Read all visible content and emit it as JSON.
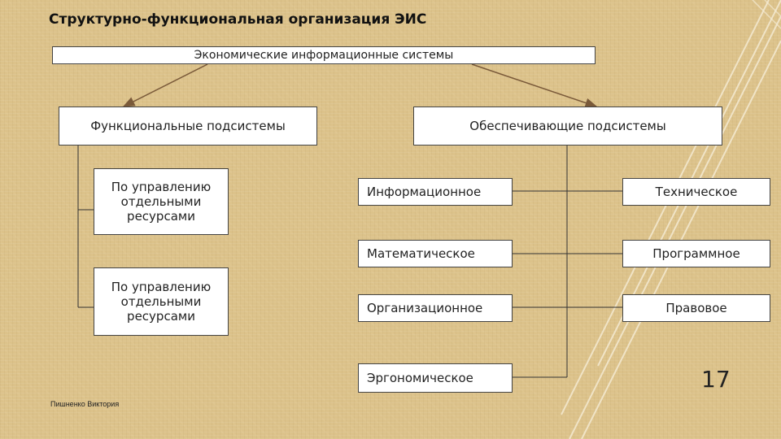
{
  "title": "Структурно-функциональная организация ЭИС",
  "root": "Экономические информационные системы",
  "functional": {
    "label": "Функциональные подсистемы",
    "items": [
      "По управлению отдельными ресурсами",
      "По управлению отдельными ресурсами"
    ]
  },
  "supporting": {
    "label": "Обеспечивающие подсистемы",
    "items": [
      "Информационное",
      "Техническое",
      "Математическое",
      "Программное",
      "Организационное",
      "Правовое",
      "Эргономическое"
    ]
  },
  "page_number": "17",
  "author": "Пишненко Виктория",
  "colors": {
    "background": "#dcc28a",
    "box": "#ffffff",
    "border": "#444444",
    "arrow": "#7a5a3a"
  }
}
